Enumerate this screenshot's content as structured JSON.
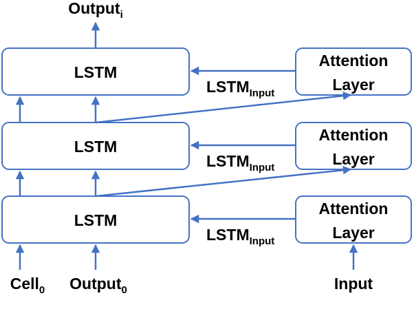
{
  "colors": {
    "stroke": "#4472c4",
    "text": "#000000",
    "fill": "#ffffff"
  },
  "lstm": [
    {
      "label": "LSTM"
    },
    {
      "label": "LSTM"
    },
    {
      "label": "LSTM"
    }
  ],
  "attention": [
    {
      "line1": "Attention",
      "line2": "Layer"
    },
    {
      "line1": "Attention",
      "line2": "Layer"
    },
    {
      "line1": "Attention",
      "line2": "Layer"
    }
  ],
  "edge_label": {
    "base": "LSTM",
    "sub": "Input"
  },
  "top_output": {
    "base": "Output",
    "sub": "i"
  },
  "inputs": {
    "cell": {
      "base": "Cell",
      "sub": "0"
    },
    "output": {
      "base": "Output",
      "sub": "0"
    },
    "input": {
      "label": "Input"
    }
  }
}
